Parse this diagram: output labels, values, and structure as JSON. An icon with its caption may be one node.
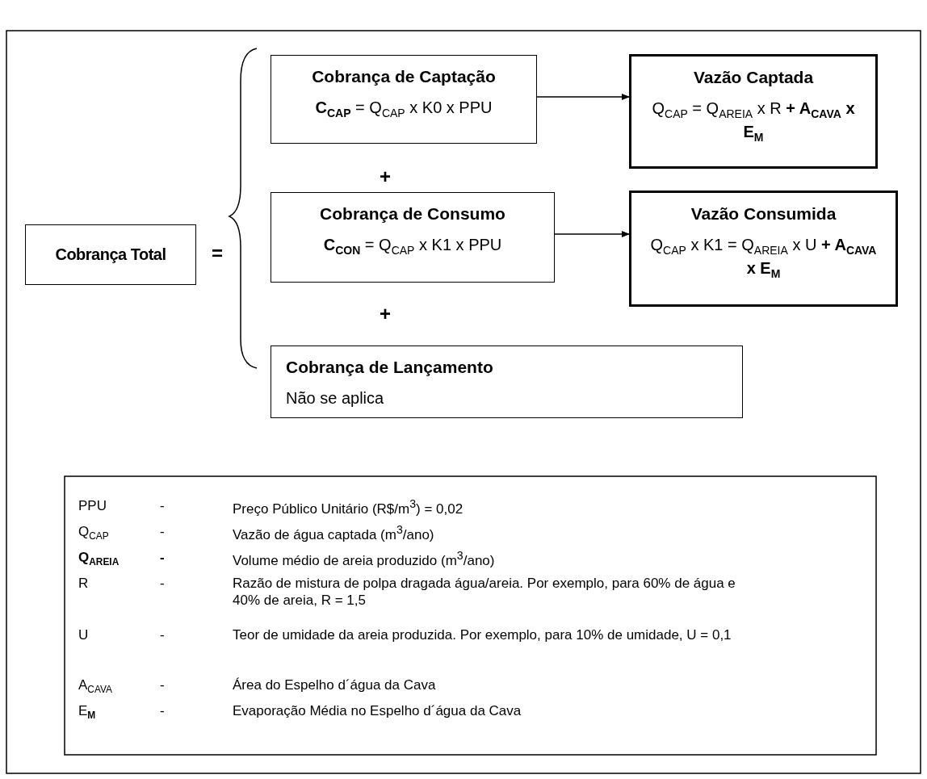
{
  "diagram": {
    "nodes": [
      {
        "text": [
          "Cobrança Total"
        ]
      },
      {
        "text": [
          "Cobrança de Captação",
          "**C$_{CAP}$** = Q$_{CAP}$ x K0 x PPU"
        ]
      },
      {
        "text": [
          "Vazão Captada",
          "Q$_{CAP}$ = Q$_{AREIA}$ x R **+ A$_{CAVA}$ x E$_{M}$**"
        ]
      },
      {
        "text": [
          "Cobrança de Consumo",
          "**C$_{CON}$** =  Q$_{CAP}$ x K1 x PPU"
        ]
      },
      {
        "text": [
          "Vazão Consumida",
          "Q$_{CAP}$ x K1 = Q$_{AREIA}$ x U **+ A$_{CAVA}$ x E$_{M}$**"
        ]
      },
      {
        "text": [
          "Cobrança de Lançamento",
          "Não se aplica"
        ]
      }
    ],
    "edges": [
      {
        "from": 1,
        "to": 2,
        "arrow": "to"
      },
      {
        "from": 3,
        "to": 4,
        "arrow": "to"
      }
    ],
    "labels": [
      "=",
      "+",
      "+",
      "PPU",
      "-",
      "Preço Público Unitário (R$/m$^{3}$) = 0,02",
      "Q$_{CAP}$",
      "-",
      "Vazão de água captada (m$^{3}$/ano)",
      "Q$_{AREIA}$",
      "-",
      "Volume médio de areia produzido (m$^{3}$/ano)",
      "R",
      "-",
      "Razão de mistura de polpa dragada água/areia.  Por exemplo, para 60% de água e 40% de areia,  R = 1,5",
      "U",
      "-",
      "Teor de umidade da areia produzida. Por exemplo, para 10% de umidade, U = 0,1",
      "A$_{CAVA}$",
      "-",
      "Área do Espelho d´água da Cava",
      "E$_{M}$",
      "-",
      "Evaporação Média no Espelho d´água da Cava"
    ]
  }
}
